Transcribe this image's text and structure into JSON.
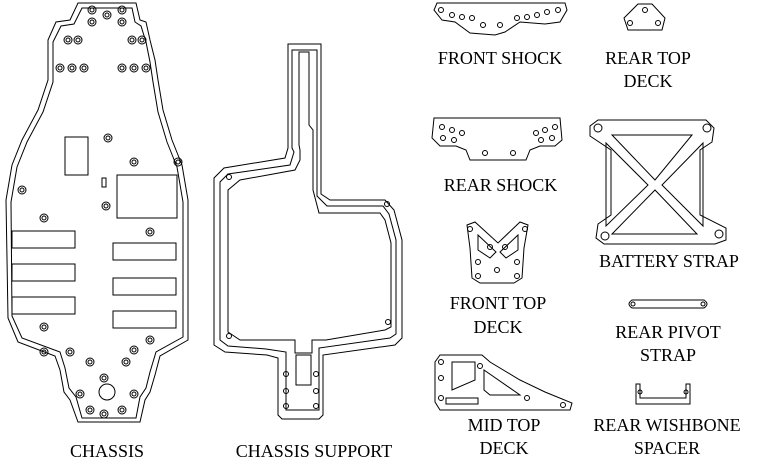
{
  "parts": {
    "chassis": "CHASSIS",
    "chassis_support": "CHASSIS SUPPORT",
    "front_shock": "FRONT SHOCK",
    "rear_top_deck_1": "REAR TOP",
    "rear_top_deck_2": "DECK",
    "rear_shock": "REAR SHOCK",
    "battery_strap": "BATTERY STRAP",
    "front_top_deck_1": "FRONT TOP",
    "front_top_deck_2": "DECK",
    "rear_pivot_strap_1": "REAR PIVOT",
    "rear_pivot_strap_2": "STRAP",
    "mid_top_deck_1": "MID TOP",
    "mid_top_deck_2": "DECK",
    "rear_wishbone_spacer_1": "REAR WISHBONE",
    "rear_wishbone_spacer_2": "SPACER"
  },
  "colors": {
    "line": "#000000",
    "background": "#ffffff"
  }
}
